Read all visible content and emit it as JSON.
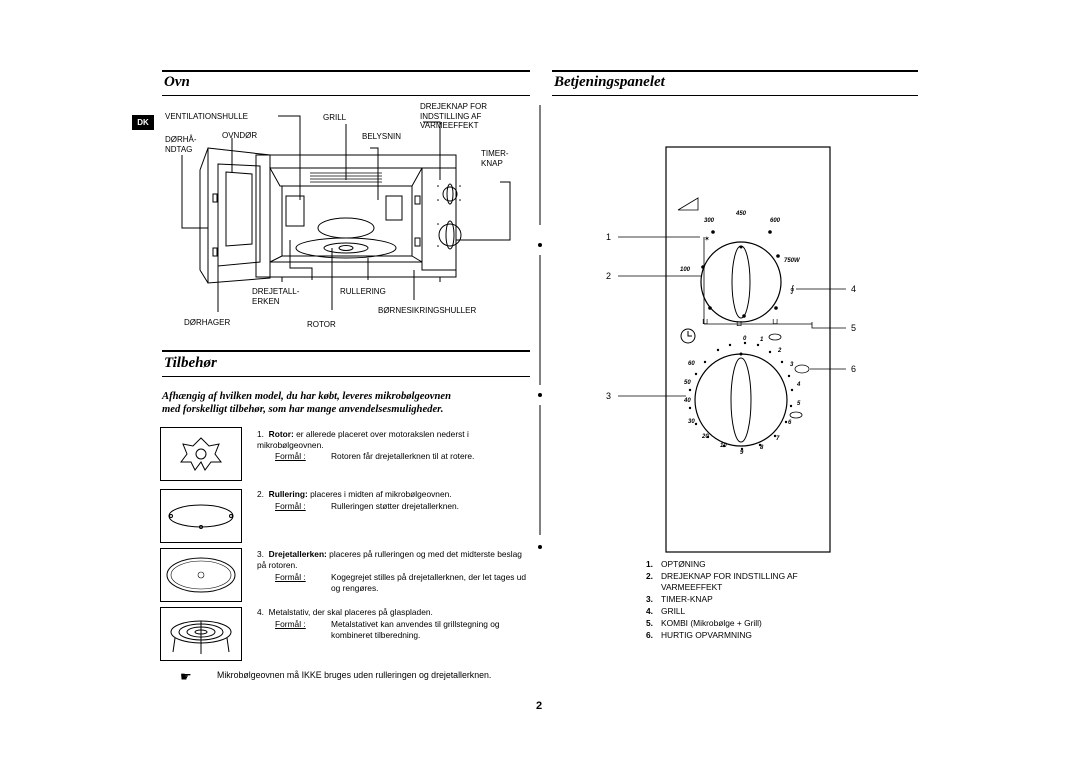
{
  "badge": "DK",
  "page_number": "2",
  "oven": {
    "title": "Ovn",
    "labels": {
      "ventilation": "VENTILATIONSHULLE",
      "grill": "GRILL",
      "control_knob": "DREJEKNAP FOR\nINDSTILLING AF\nVARMEEFFEKT",
      "door_latch": "DØRHÅ-\nNDTAG",
      "door": "OVNDØR",
      "light": "BELYSNIN",
      "timer": "TIMER-\nKNAP",
      "turntable": "DREJETALL-\nERKEN",
      "roller_ring": "RULLERING",
      "safety_holes": "BØRNESIKRINGSHULLER",
      "hinges": "DØRHAGER",
      "rotor": "ROTOR"
    }
  },
  "accessories": {
    "title": "Tilbehør",
    "intro": "Afhængig af hvilken model, du har købt, leveres mikrobølgeovnen\nmed forskelligt tilbehør, som har mange anvendelsesmuligheder.",
    "purpose_label": "Formål  :",
    "items": [
      {
        "num": "1.",
        "name": "Rotor:",
        "desc": " er allerede placeret over motorakslen nederst i mikrobølgeovnen.",
        "purpose": "Rotoren får drejetallerknen til at rotere."
      },
      {
        "num": "2.",
        "name": "Rullering:",
        "desc": " placeres i midten af mikrobølgeovnen.",
        "purpose": "Rulleringen støtter drejetallerknen."
      },
      {
        "num": "3.",
        "name": "Drejetallerken:",
        "desc": " placeres på rulleringen og med det midterste beslag på rotoren.",
        "purpose": "Kogegrejet stilles på drejetallerknen, der let tages ud og rengøres."
      },
      {
        "num": "4.",
        "name": "",
        "desc": "Metalstativ, der skal placeres på glaspladen.",
        "purpose": "Metalstativet kan anvendes til grillstegning og kombineret tilberedning."
      }
    ],
    "note_icon": "pointing-hand-icon",
    "note": "Mikrobølgeovnen må IKKE bruges uden rulleringen og drejetallerknen."
  },
  "panel": {
    "title": "Betjeningspanelet",
    "power_knob": {
      "settings": [
        "450",
        "300",
        "600",
        "750W",
        "100"
      ]
    },
    "timer_knob": {
      "marks_right": [
        "0",
        "1",
        "2",
        "3",
        "4",
        "5",
        "6",
        "7",
        "8",
        "9"
      ],
      "marks_left": [
        "10",
        "20",
        "30",
        "40",
        "50",
        "60"
      ]
    },
    "callouts": [
      "1",
      "2",
      "3",
      "4",
      "5",
      "6"
    ],
    "legend": [
      {
        "num": "1.",
        "text": "OPTØNING"
      },
      {
        "num": "2.",
        "text": "DREJEKNAP FOR INDSTILLING AF\nVARMEEFFEKT"
      },
      {
        "num": "3.",
        "text": "TIMER-KNAP"
      },
      {
        "num": "4.",
        "text": "GRILL"
      },
      {
        "num": "5.",
        "text": "KOMBI (Mikrobølge + Grill)"
      },
      {
        "num": "6.",
        "text": "HURTIG OPVARMNING"
      }
    ]
  }
}
